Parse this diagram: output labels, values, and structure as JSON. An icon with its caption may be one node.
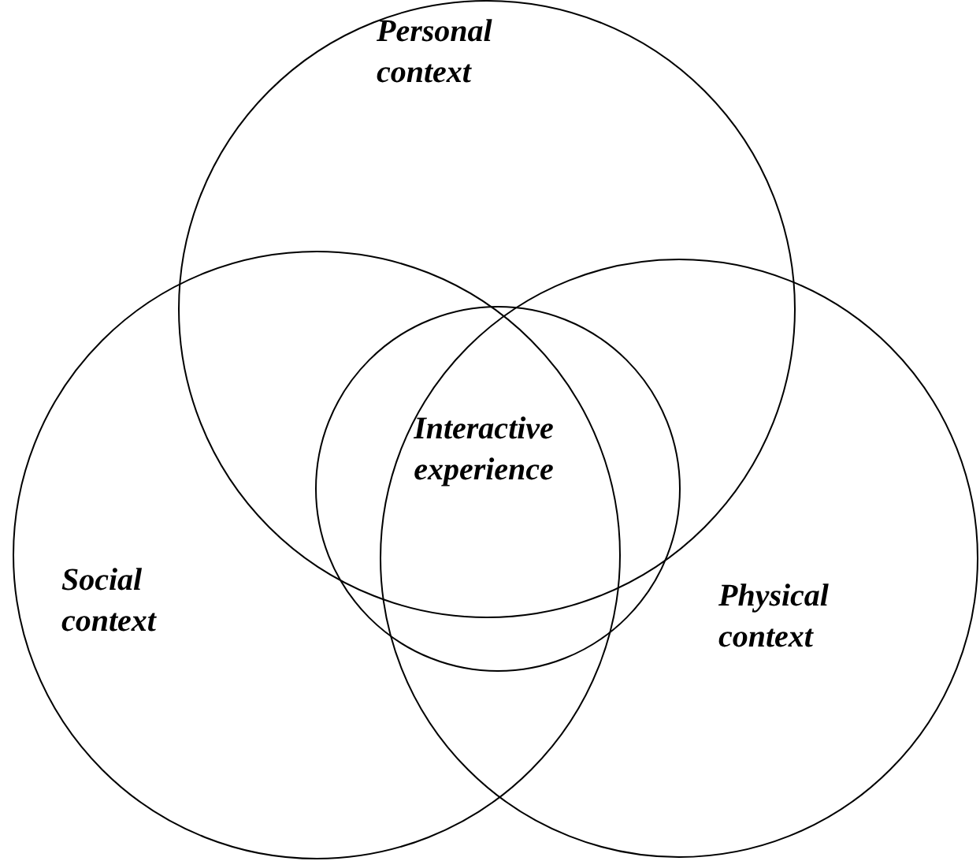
{
  "diagram": {
    "nodes": [
      {
        "text": [
          "Personal context"
        ]
      },
      {
        "text": [
          "Social context"
        ]
      },
      {
        "text": [
          "Physical context"
        ]
      },
      {
        "text": [
          "Interactive experience"
        ]
      }
    ]
  }
}
